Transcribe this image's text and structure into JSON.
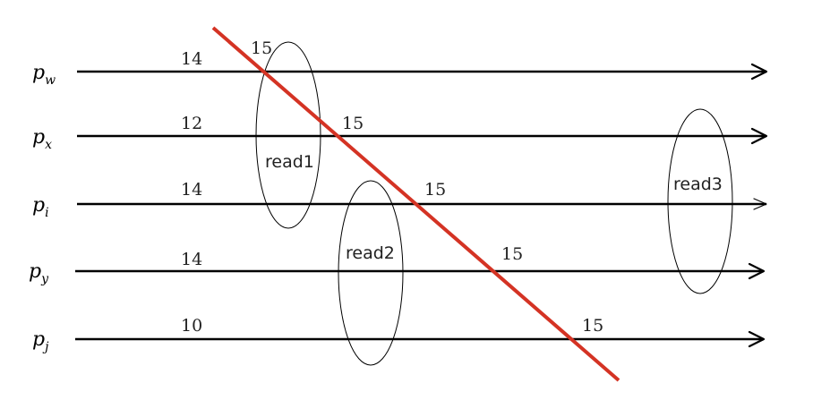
{
  "processes": [
    {
      "base": "p",
      "sub": "w",
      "before": "14",
      "after": "15"
    },
    {
      "base": "p",
      "sub": "x",
      "before": "12",
      "after": "15"
    },
    {
      "base": "p",
      "sub": "i",
      "before": "14",
      "after": "15"
    },
    {
      "base": "p",
      "sub": "y",
      "before": "14",
      "after": "15"
    },
    {
      "base": "p",
      "sub": "j",
      "before": "10",
      "after": "15"
    }
  ],
  "reads": [
    {
      "label": "read1"
    },
    {
      "label": "read2"
    },
    {
      "label": "read3"
    }
  ],
  "colors": {
    "cut_line": "#d43324",
    "timeline": "#000000"
  }
}
